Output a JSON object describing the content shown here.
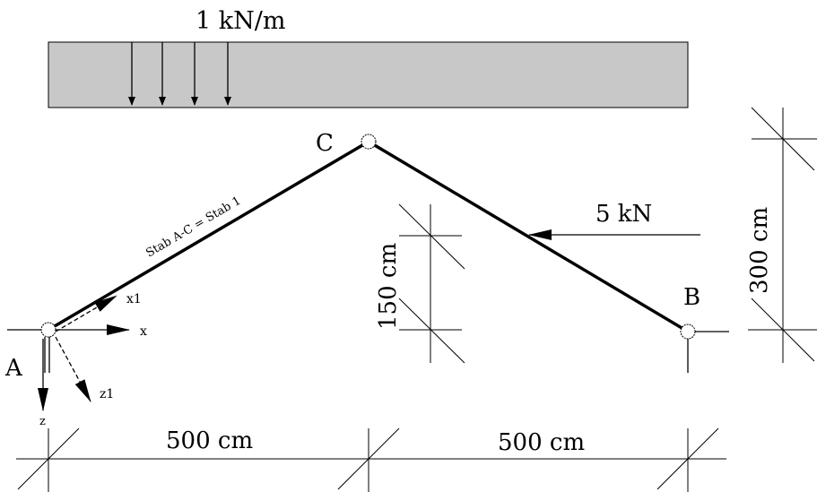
{
  "load": {
    "label": "1 kN/m",
    "fill": "#c8c8c8"
  },
  "nodes": {
    "a": "A",
    "b": "B",
    "c": "C"
  },
  "member_label": "Stab A-C = Stab 1",
  "point_load": "5 kN",
  "axes": {
    "x": "x",
    "z": "z",
    "x1": "x1",
    "z1": "z1"
  },
  "dimensions": {
    "left_span": "500 cm",
    "right_span": "500 cm",
    "height_mid": "150 cm",
    "height_total": "300 cm"
  }
}
